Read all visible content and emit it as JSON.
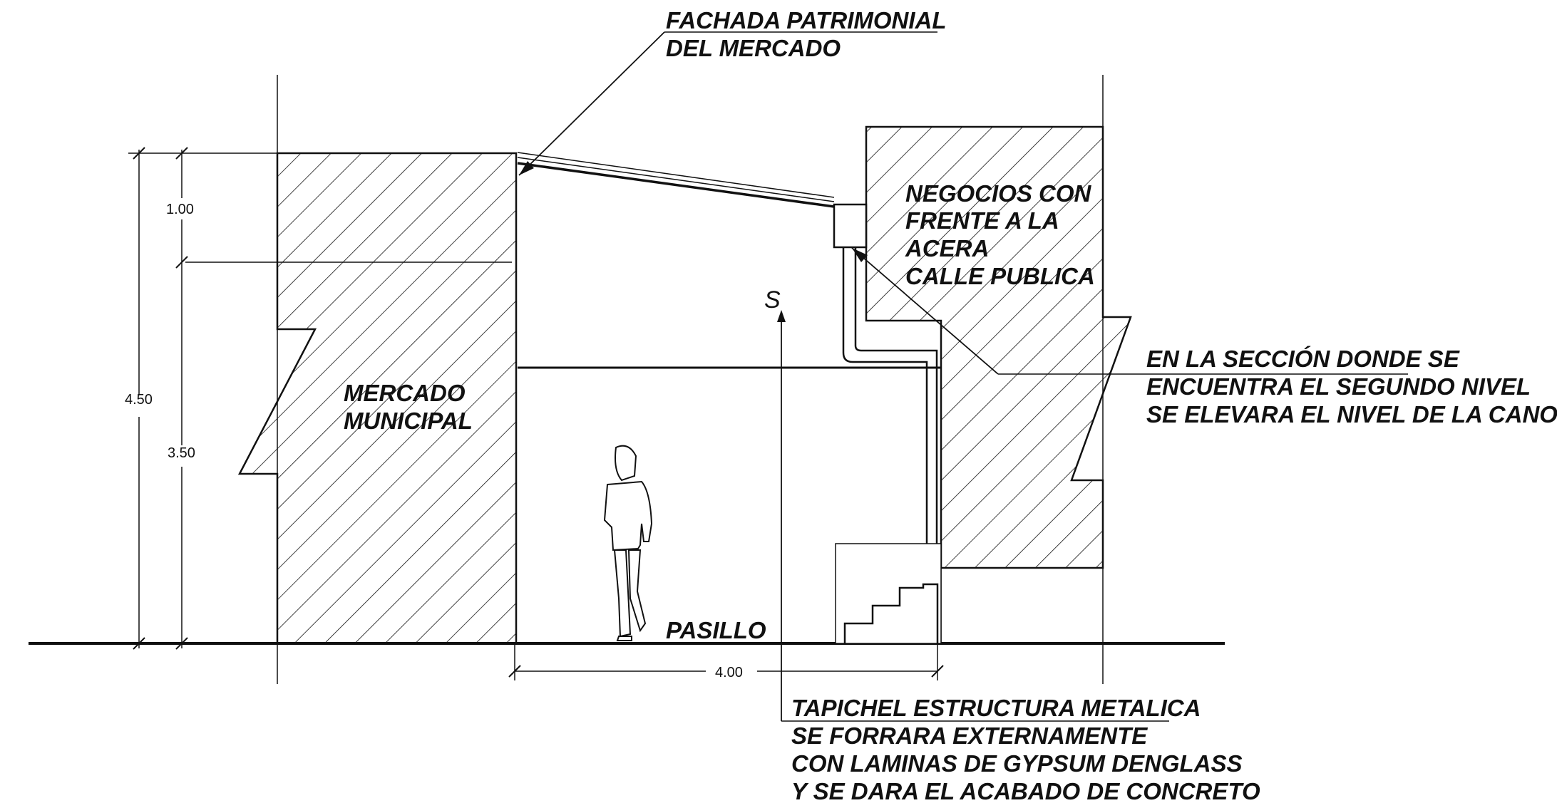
{
  "labels": {
    "fachada": [
      "FACHADA PATRIMONIAL",
      "DEL MERCADO"
    ],
    "negocios": [
      "NEGOCIOS CON",
      "FRENTE A  LA",
      "ACERA",
      "CALLE PUBLICA"
    ],
    "seccion": [
      "EN LA SECCIÓN DONDE SE",
      "ENCUENTRA EL SEGUNDO NIVEL",
      "SE ELEVARA EL NIVEL DE LA CANOA"
    ],
    "mercado": [
      "MERCADO",
      "MUNICIPAL"
    ],
    "pasillo": "PASILLO",
    "tapichel": [
      "TAPICHEL ESTRUCTURA METALICA",
      "SE FORRARA EXTERNAMENTE",
      "CON LAMINAS DE GYPSUM DENGLASS",
      "Y SE DARA EL ACABADO DE CONCRETO"
    ],
    "section_mark": "S"
  },
  "dimensions": {
    "total_height": "4.50",
    "upper": "1.00",
    "lower": "3.50",
    "corridor_width": "4.00"
  },
  "colors": {
    "ink": "#111111",
    "paper": "#ffffff"
  }
}
